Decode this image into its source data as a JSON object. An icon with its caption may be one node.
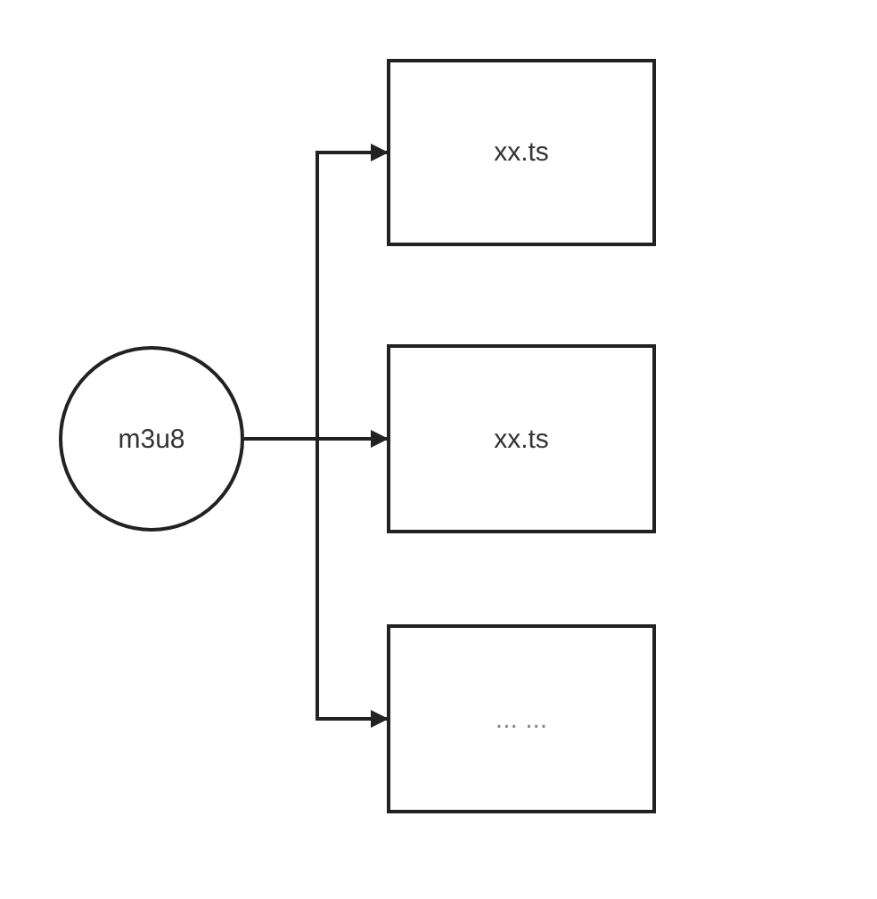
{
  "diagram": {
    "nodes": [
      {
        "text": [
          "m3u8"
        ]
      },
      {
        "text": [
          "xx.ts"
        ]
      },
      {
        "text": [
          "xx.ts"
        ]
      },
      {
        "text": [
          "... ..."
        ]
      }
    ],
    "edges": [
      {
        "from": 0,
        "to": 1,
        "arrow": "to"
      },
      {
        "from": 0,
        "to": 2,
        "arrow": "to"
      },
      {
        "from": 0,
        "to": 3,
        "arrow": "to"
      }
    ]
  }
}
